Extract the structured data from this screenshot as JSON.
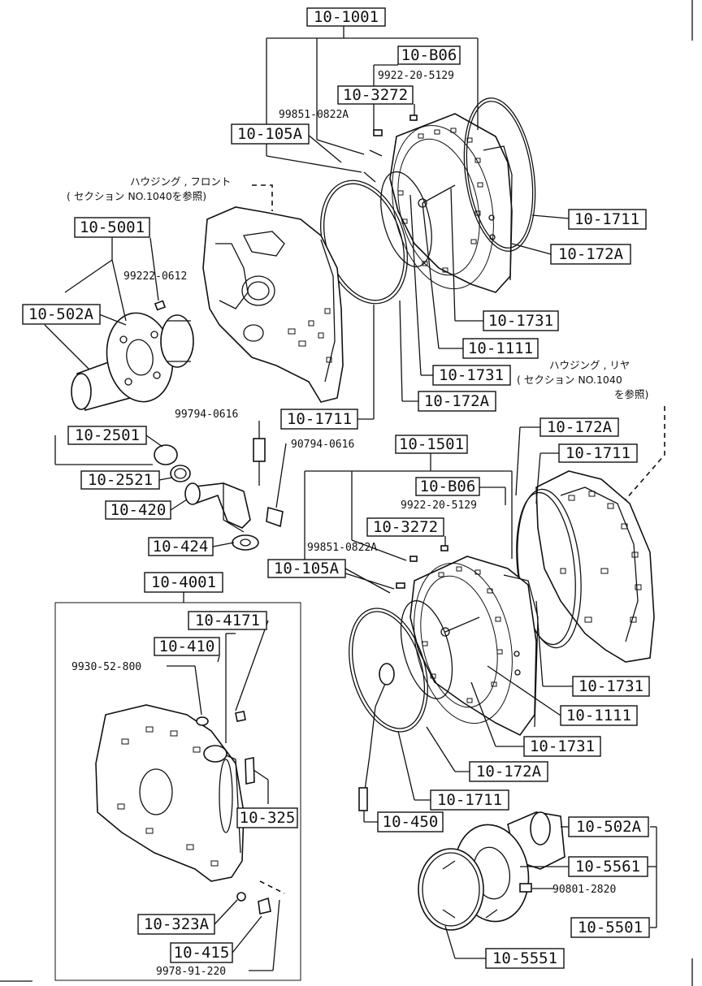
{
  "box_labels": [
    {
      "id": "b1",
      "text": "10-1001"
    },
    {
      "id": "b2",
      "text": "10-B06"
    },
    {
      "id": "b3",
      "text": "10-3272"
    },
    {
      "id": "b4",
      "text": "10-105A"
    },
    {
      "id": "b5",
      "text": "10-5001"
    },
    {
      "id": "b6",
      "text": "10-502A"
    },
    {
      "id": "b7",
      "text": "10-1711"
    },
    {
      "id": "b8",
      "text": "10-172A"
    },
    {
      "id": "b9",
      "text": "10-1731"
    },
    {
      "id": "b10",
      "text": "10-1111"
    },
    {
      "id": "b11",
      "text": "10-1731"
    },
    {
      "id": "b12",
      "text": "10-172A"
    },
    {
      "id": "b13",
      "text": "10-1711"
    },
    {
      "id": "b14",
      "text": "10-2501"
    },
    {
      "id": "b15",
      "text": "10-2521"
    },
    {
      "id": "b16",
      "text": "10-420"
    },
    {
      "id": "b17",
      "text": "10-424"
    },
    {
      "id": "b18",
      "text": "10-1501"
    },
    {
      "id": "b19",
      "text": "10-B06"
    },
    {
      "id": "b20",
      "text": "10-3272"
    },
    {
      "id": "b21",
      "text": "10-105A"
    },
    {
      "id": "b22",
      "text": "10-172A"
    },
    {
      "id": "b23",
      "text": "10-1711"
    },
    {
      "id": "b24",
      "text": "10-4001"
    },
    {
      "id": "b25",
      "text": "10-4171"
    },
    {
      "id": "b26",
      "text": "10-410"
    },
    {
      "id": "b27",
      "text": "10-325"
    },
    {
      "id": "b28",
      "text": "10-323A"
    },
    {
      "id": "b29",
      "text": "10-415"
    },
    {
      "id": "b30",
      "text": "10-1731"
    },
    {
      "id": "b31",
      "text": "10-1111"
    },
    {
      "id": "b32",
      "text": "10-1731"
    },
    {
      "id": "b33",
      "text": "10-172A"
    },
    {
      "id": "b34",
      "text": "10-1711"
    },
    {
      "id": "b35",
      "text": "10-450"
    },
    {
      "id": "b36",
      "text": "10-502A"
    },
    {
      "id": "b37",
      "text": "10-5561"
    },
    {
      "id": "b38",
      "text": "10-5501"
    },
    {
      "id": "b39",
      "text": "10-5551"
    }
  ],
  "part_numbers": [
    {
      "id": "p1",
      "text": "9922-20-5129"
    },
    {
      "id": "p2",
      "text": "99851-0822A"
    },
    {
      "id": "p3",
      "text": "99222-0612"
    },
    {
      "id": "p4",
      "text": "99794-0616"
    },
    {
      "id": "p5",
      "text": "90794-0616"
    },
    {
      "id": "p6",
      "text": "9922-20-5129"
    },
    {
      "id": "p7",
      "text": "99851-0822A"
    },
    {
      "id": "p8",
      "text": "9930-52-800"
    },
    {
      "id": "p9",
      "text": "9978-91-220"
    },
    {
      "id": "p10",
      "text": "90801-2820"
    }
  ],
  "notes": [
    {
      "id": "n1",
      "text": "ハウジング , フロント"
    },
    {
      "id": "n2",
      "text": "( セクション  NO.1040を参照)"
    },
    {
      "id": "n3",
      "text": "ハウジング , リヤ"
    },
    {
      "id": "n4",
      "text": "( セクション  NO.1040"
    },
    {
      "id": "n5",
      "text": "を参照)"
    }
  ]
}
